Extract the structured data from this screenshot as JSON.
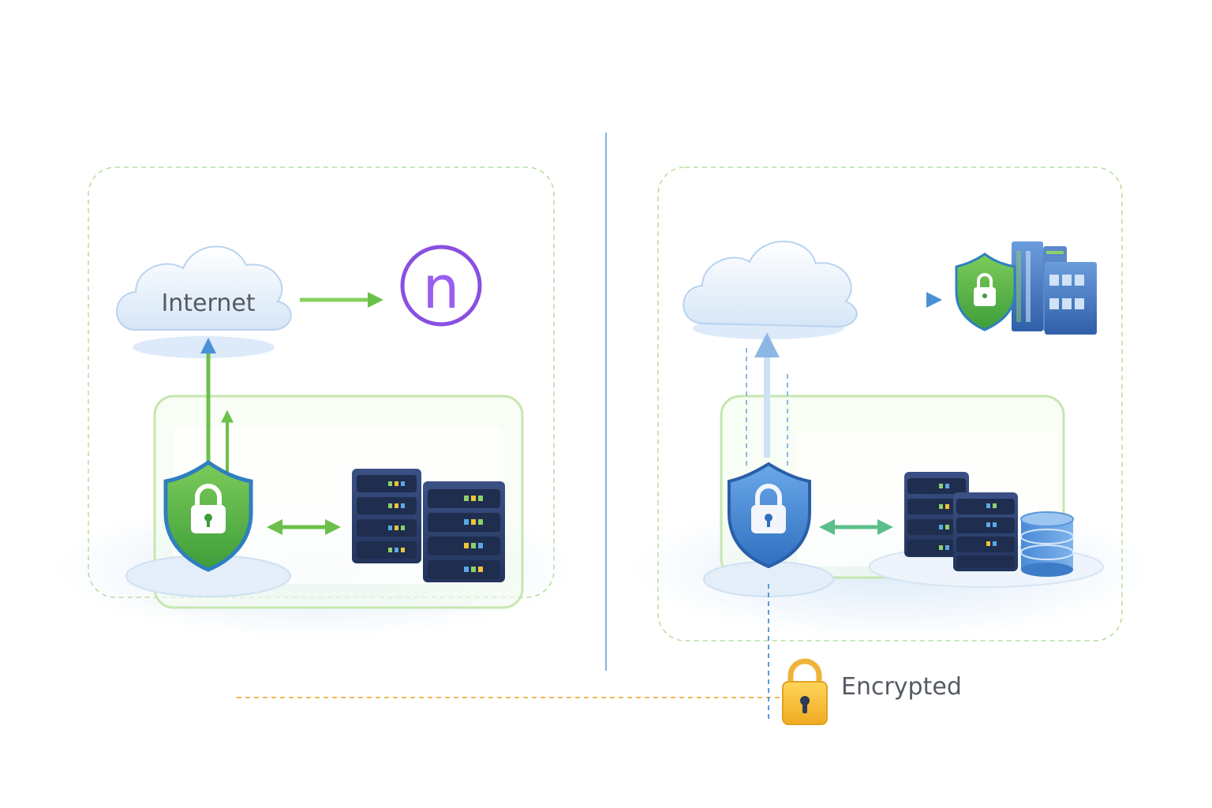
{
  "left_panel": {
    "cloud_label": "Internet",
    "brand_glyph": "n",
    "icons": [
      "cloud-icon",
      "shield-lock-icon",
      "server-rack-icon",
      "n-logo-icon"
    ]
  },
  "right_panel": {
    "icons": [
      "cloud-icon",
      "shield-lock-icon",
      "server-rack-icon",
      "database-icon",
      "shield-lock-icon",
      "building-icon"
    ]
  },
  "footer": {
    "encrypted_label": "Encrypted",
    "icon": "padlock-icon"
  },
  "colors": {
    "green": "#5fb845",
    "green_light": "#8fd06a",
    "blue": "#4a90d9",
    "purple": "#8a4fe0",
    "server_navy": "#2c3e6b",
    "orange_dash": "#f0b03c",
    "lock_gold": "#f4c23a",
    "divider": "#5b9bd5"
  }
}
